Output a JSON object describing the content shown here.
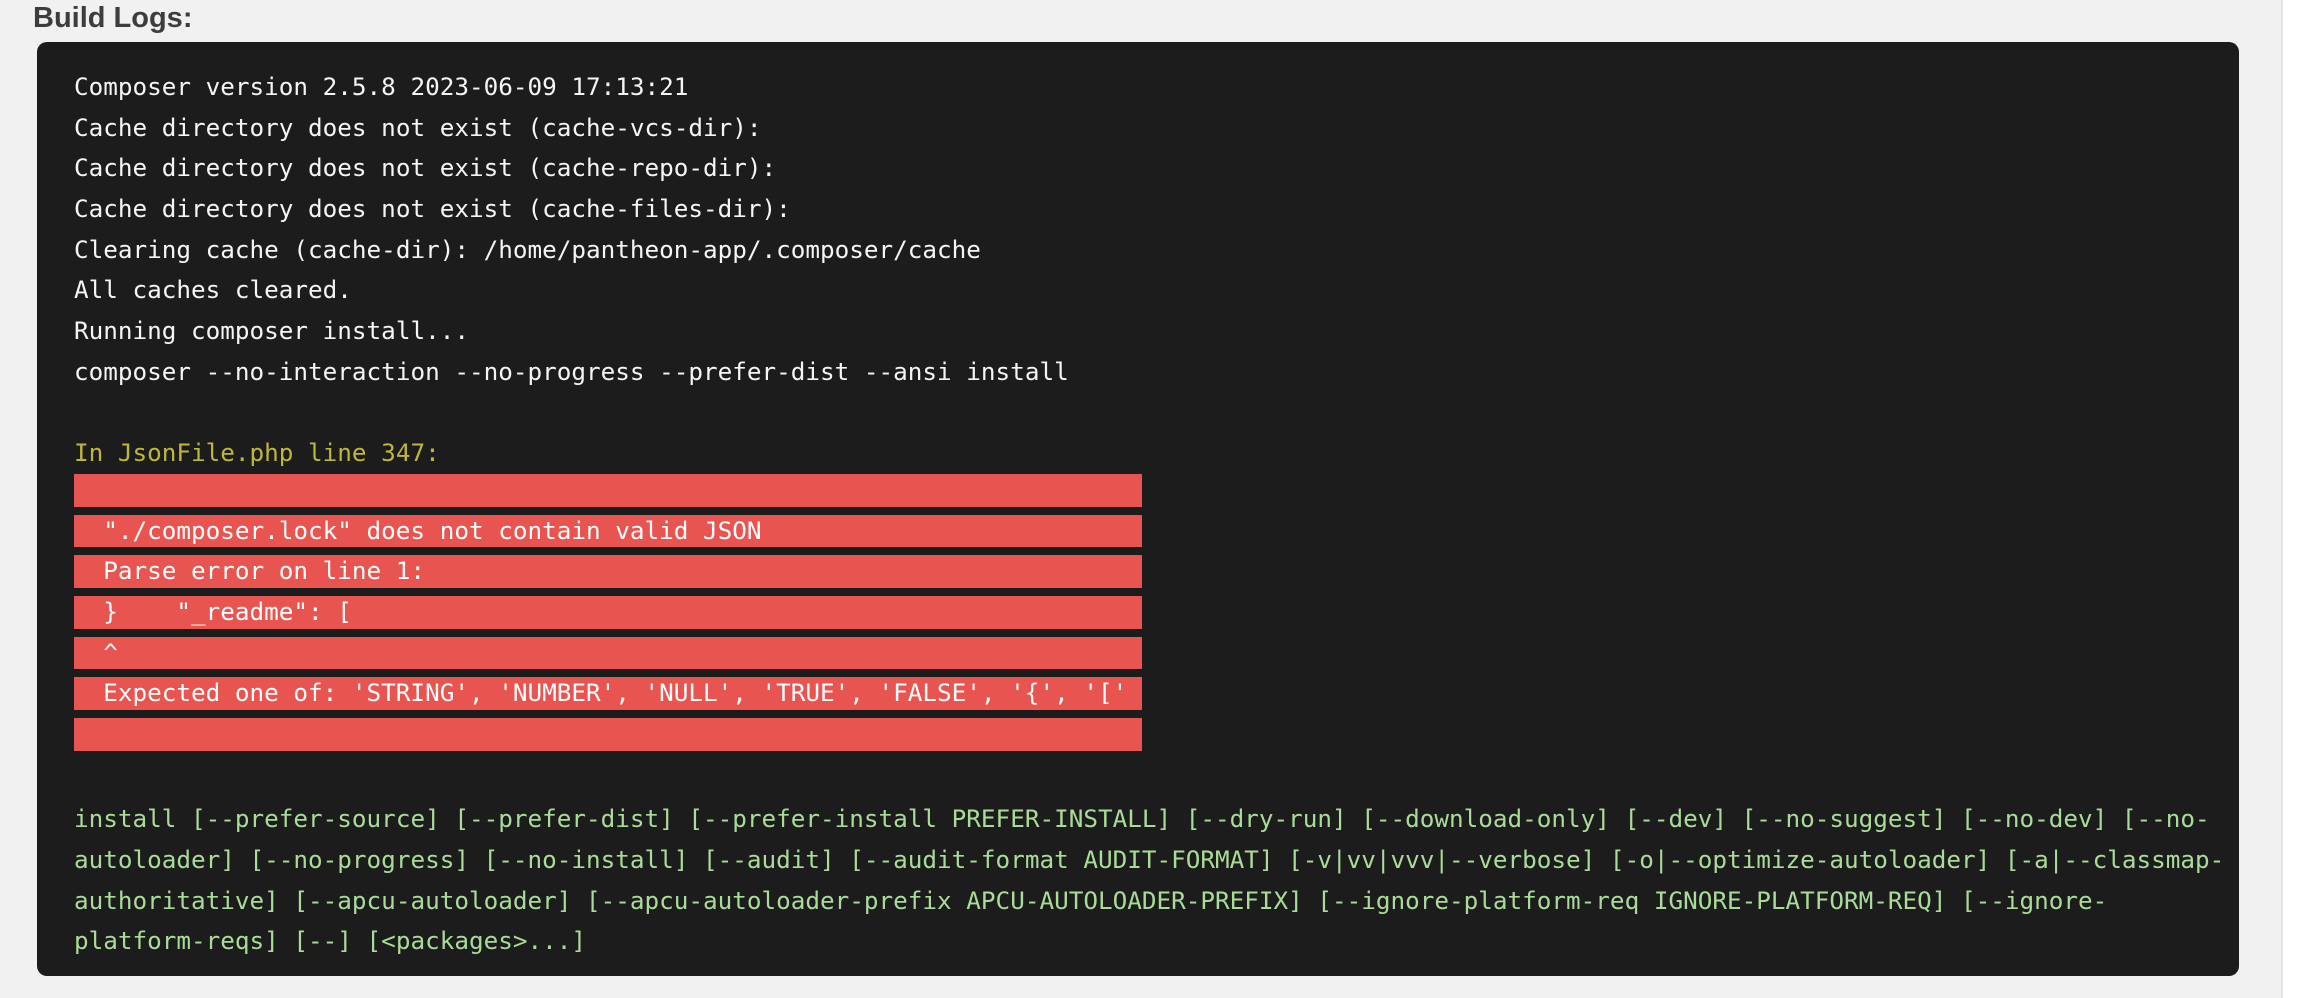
{
  "page": {
    "heading": "Build Logs:"
  },
  "colors": {
    "page_background": "#ffffff",
    "panel_background": "#f1f1f1",
    "panel_border": "#e4e4e4",
    "terminal_background": "#1c1c1c",
    "terminal_text": "#f5f5f5",
    "exception_text": "#bfb63c",
    "error_background": "#e85551",
    "error_text": "#ffffff",
    "usage_text": "#aadc99",
    "heading_text": "#3d3d3d"
  },
  "terminal": {
    "log_lines": [
      "Composer version 2.5.8 2023-06-09 17:13:21",
      "Cache directory does not exist (cache-vcs-dir):",
      "Cache directory does not exist (cache-repo-dir):",
      "Cache directory does not exist (cache-files-dir):",
      "Clearing cache (cache-dir): /home/pantheon-app/.composer/cache",
      "All caches cleared.",
      "Running composer install...",
      "composer --no-interaction --no-progress --prefer-dist --ansi install"
    ],
    "exception_header": "In JsonFile.php line 347:",
    "error_block": [
      "",
      "\"./composer.lock\" does not contain valid JSON",
      "Parse error on line 1:",
      "}    \"_readme\": [",
      "^",
      "Expected one of: 'STRING', 'NUMBER', 'NULL', 'TRUE', 'FALSE', '{', '['",
      ""
    ],
    "usage_lines": [
      "install [--prefer-source] [--prefer-dist] [--prefer-install PREFER-INSTALL] [--dry-run] [--download-only] [--dev] [--no-suggest] [--no-dev] [--no-",
      "autoloader] [--no-progress] [--no-install] [--audit] [--audit-format AUDIT-FORMAT] [-v|vv|vvv|--verbose] [-o|--optimize-autoloader] [-a|--classmap-",
      "authoritative] [--apcu-autoloader] [--apcu-autoloader-prefix APCU-AUTOLOADER-PREFIX] [--ignore-platform-req IGNORE-PLATFORM-REQ] [--ignore-",
      "platform-reqs] [--] [<packages>...]"
    ]
  }
}
